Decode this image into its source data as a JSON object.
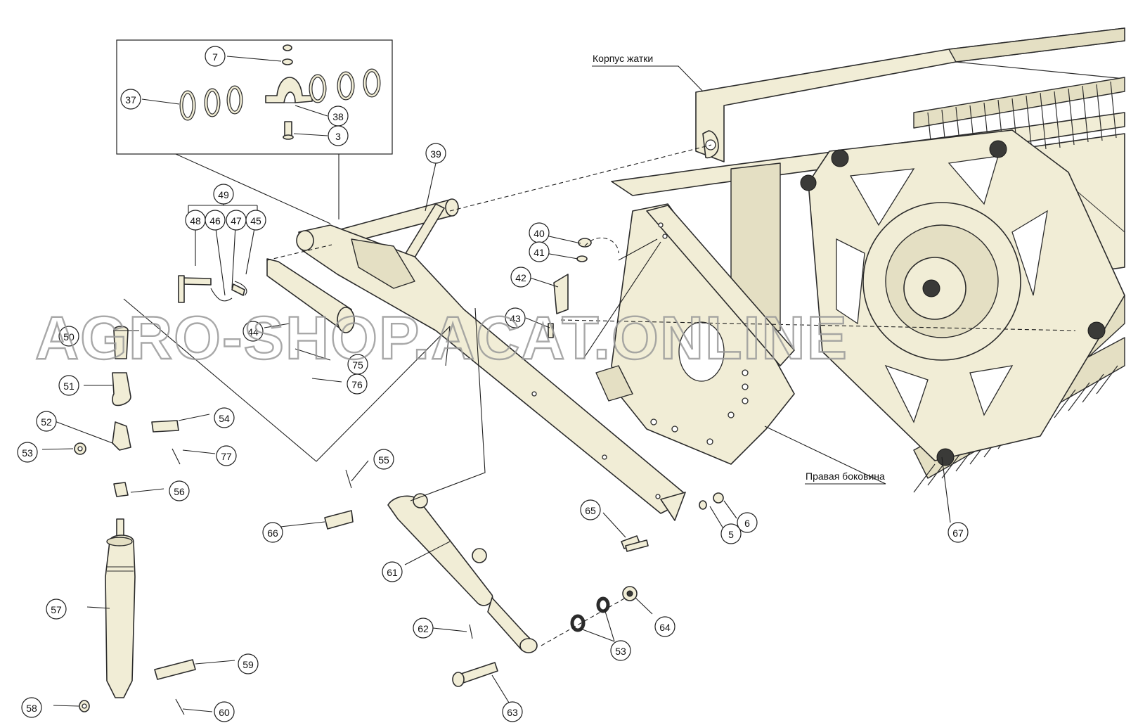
{
  "diagram": {
    "callouts": [
      {
        "id": "c7",
        "text": "7"
      },
      {
        "id": "c37",
        "text": "37"
      },
      {
        "id": "c38",
        "text": "38"
      },
      {
        "id": "c3",
        "text": "3"
      },
      {
        "id": "c39",
        "text": "39"
      },
      {
        "id": "c49",
        "text": "49"
      },
      {
        "id": "c48",
        "text": "48"
      },
      {
        "id": "c46",
        "text": "46"
      },
      {
        "id": "c47",
        "text": "47"
      },
      {
        "id": "c45",
        "text": "45"
      },
      {
        "id": "c40",
        "text": "40"
      },
      {
        "id": "c41",
        "text": "41"
      },
      {
        "id": "c42",
        "text": "42"
      },
      {
        "id": "c43",
        "text": "43"
      },
      {
        "id": "c44",
        "text": "44"
      },
      {
        "id": "c50",
        "text": "50"
      },
      {
        "id": "c75",
        "text": "75"
      },
      {
        "id": "c76",
        "text": "76"
      },
      {
        "id": "c51",
        "text": "51"
      },
      {
        "id": "c52",
        "text": "52"
      },
      {
        "id": "c53a",
        "text": "53"
      },
      {
        "id": "c54",
        "text": "54"
      },
      {
        "id": "c77",
        "text": "77"
      },
      {
        "id": "c55",
        "text": "55"
      },
      {
        "id": "c56",
        "text": "56"
      },
      {
        "id": "c66",
        "text": "66"
      },
      {
        "id": "c65",
        "text": "65"
      },
      {
        "id": "c5",
        "text": "5"
      },
      {
        "id": "c6",
        "text": "6"
      },
      {
        "id": "c67",
        "text": "67"
      },
      {
        "id": "c61",
        "text": "61"
      },
      {
        "id": "c57",
        "text": "57"
      },
      {
        "id": "c62",
        "text": "62"
      },
      {
        "id": "c64",
        "text": "64"
      },
      {
        "id": "c53b",
        "text": "53"
      },
      {
        "id": "c59",
        "text": "59"
      },
      {
        "id": "c58",
        "text": "58"
      },
      {
        "id": "c60",
        "text": "60"
      },
      {
        "id": "c63",
        "text": "63"
      }
    ],
    "labels": {
      "header_body": "Корпус жатки",
      "right_side": "Правая боковина"
    },
    "watermark": "AGRO-SHOP.ACAT.ONLINE"
  }
}
